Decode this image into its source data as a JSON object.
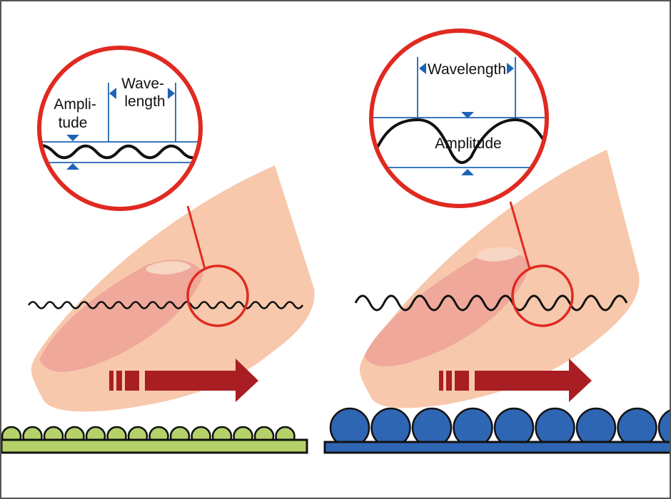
{
  "colors": {
    "frame": "#555555",
    "finger": "#f7c8ac",
    "finger_shadow": "#f0a89a",
    "finger_highlight": "#f8d6c4",
    "ring": "#e02a21",
    "arrow": "#a91e22",
    "dimension": "#1e64b4",
    "wave": "#111111",
    "small_bumps": "#b5d16a",
    "large_bumps": "#2f66b3"
  },
  "panels": {
    "left": {
      "amplitude_label": [
        "Ampli-",
        "tude"
      ],
      "wavelength_label": [
        "Wave-",
        "length"
      ]
    },
    "right": {
      "amplitude_label": "Amplitude",
      "wavelength_label": "Wavelength"
    }
  },
  "icons": {
    "motion_arrow": "right-arrow-icon",
    "dimension_marker": "triangle-icon"
  }
}
